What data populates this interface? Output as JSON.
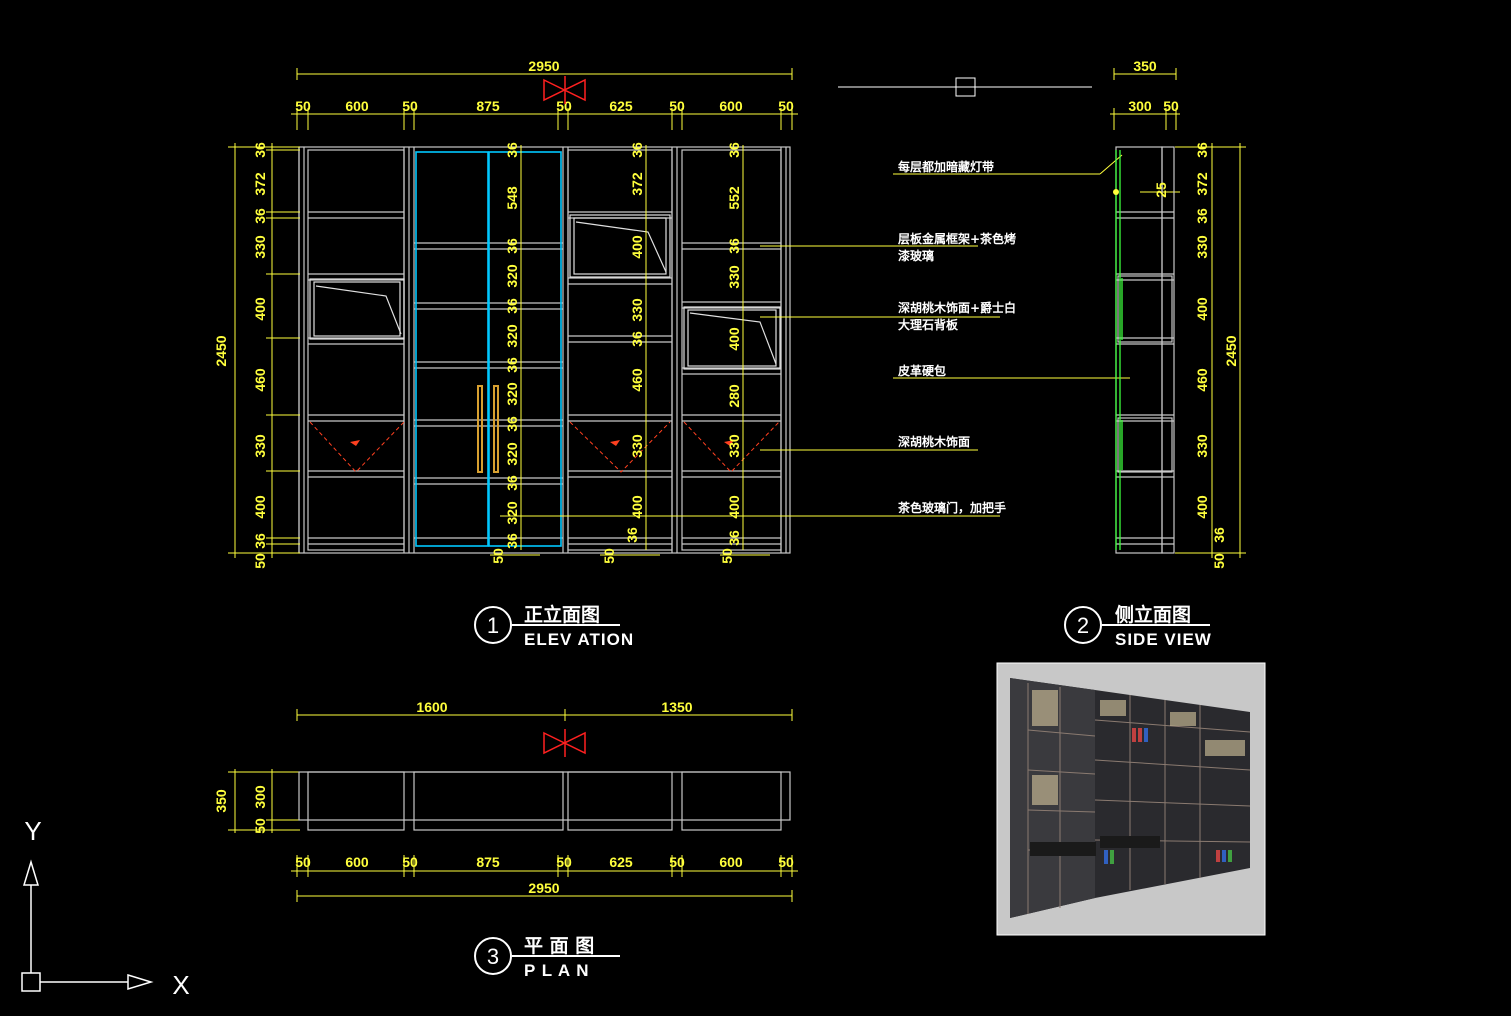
{
  "elevation": {
    "overall_width": "2950",
    "top_segments": [
      "50",
      "600",
      "50",
      "875",
      "50",
      "625",
      "50",
      "600",
      "50"
    ],
    "height_total": "2450",
    "left_heights": [
      "36",
      "372",
      "36",
      "330",
      "400",
      "460",
      "330",
      "400",
      "36",
      "50"
    ],
    "col2_heights": [
      "36",
      "548",
      "36",
      "320",
      "36",
      "320",
      "36",
      "320",
      "36",
      "320",
      "36",
      "320",
      "36",
      "50"
    ],
    "col3_heights": [
      "36",
      "372",
      "400",
      "330",
      "36",
      "460",
      "330",
      "400",
      "36",
      "50"
    ],
    "col4_heights": [
      "36",
      "552",
      "36",
      "330",
      "400",
      "280",
      "330",
      "400",
      "36",
      "50"
    ],
    "title_number": "1",
    "title_cn": "正立面图",
    "title_en": "ELEV ATION"
  },
  "side": {
    "width": "350",
    "segments": [
      "300",
      "50"
    ],
    "inner_dim": "25",
    "height_total": "2450",
    "right_heights": [
      "36",
      "372",
      "36",
      "330",
      "400",
      "460",
      "330",
      "400",
      "36",
      "50"
    ],
    "title_number": "2",
    "title_cn": "侧立面图",
    "title_en": "SIDE VIEW"
  },
  "notes": [
    "每层都加暗藏灯带",
    "层板金属框架+茶色烤漆玻璃",
    "深胡桃木饰面+爵士白大理石背板",
    "皮革硬包",
    "深胡桃木饰面",
    "茶色玻璃门，加把手"
  ],
  "plan": {
    "top_segments": [
      "1600",
      "1350"
    ],
    "depth_total": "350",
    "depth_segments": [
      "300",
      "50"
    ],
    "bottom_segments": [
      "50",
      "600",
      "50",
      "875",
      "50",
      "625",
      "50",
      "600",
      "50"
    ],
    "overall_width": "2950",
    "title_number": "3",
    "title_cn": "平 面 图",
    "title_en": "P L A N"
  },
  "ucs": {
    "y_label": "Y",
    "x_label": "X"
  },
  "colors": {
    "background": "#000000",
    "dimension": "#ffff3c",
    "glass_door": "#00c8ff",
    "side_green": "#3cff3c",
    "symbol_red": "#ff2020"
  }
}
